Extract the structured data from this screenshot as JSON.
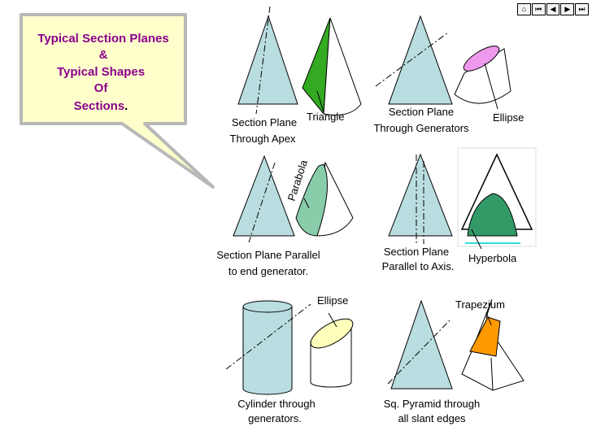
{
  "callout": {
    "line1": "Typical Section Planes",
    "line2": "&",
    "line3": "Typical Shapes",
    "line4": "Of",
    "line5": "Sections",
    "line5_suffix": "."
  },
  "nav": {
    "buttons": [
      {
        "icon": "home-icon",
        "glyph": "⌂"
      },
      {
        "icon": "first-icon",
        "glyph": "⏮"
      },
      {
        "icon": "prev-icon",
        "glyph": "◀"
      },
      {
        "icon": "next-icon",
        "glyph": "▶"
      },
      {
        "icon": "last-icon",
        "glyph": "⏭"
      }
    ]
  },
  "panels": {
    "apex": {
      "caption_1": "Section Plane",
      "caption_2": "Through Apex",
      "shape_label": "Triangle"
    },
    "generators": {
      "caption_1": "Section Plane",
      "caption_2": "Through Generators",
      "shape_label": "Ellipse"
    },
    "parallel_end": {
      "caption_1": "Section Plane Parallel",
      "caption_2": "to end generator.",
      "shape_label": "Parabola"
    },
    "parallel_axis": {
      "caption_1": "Section Plane",
      "caption_2": "Parallel to Axis.",
      "shape_label": "Hyperbola"
    },
    "cylinder": {
      "caption_1": "Cylinder through",
      "caption_2": "generators.",
      "shape_label": "Ellipse"
    },
    "pyramid": {
      "caption_1": "Sq. Pyramid through",
      "caption_2": "all slant edges",
      "shape_label": "Trapezium"
    }
  },
  "colors": {
    "solid_fill": "#b9dde0",
    "callout_fill": "#ffffcc",
    "callout_border": "#b8b8b8",
    "title_text": "#8b008b",
    "triangle_section": "#33aa22",
    "ellipse_top": "#ee99ee",
    "parabola_section": "#88ccaa",
    "hyperbola_section": "#339966",
    "cylinder_ellipse": "#ffffbb",
    "trapezium": "#ff9900"
  }
}
